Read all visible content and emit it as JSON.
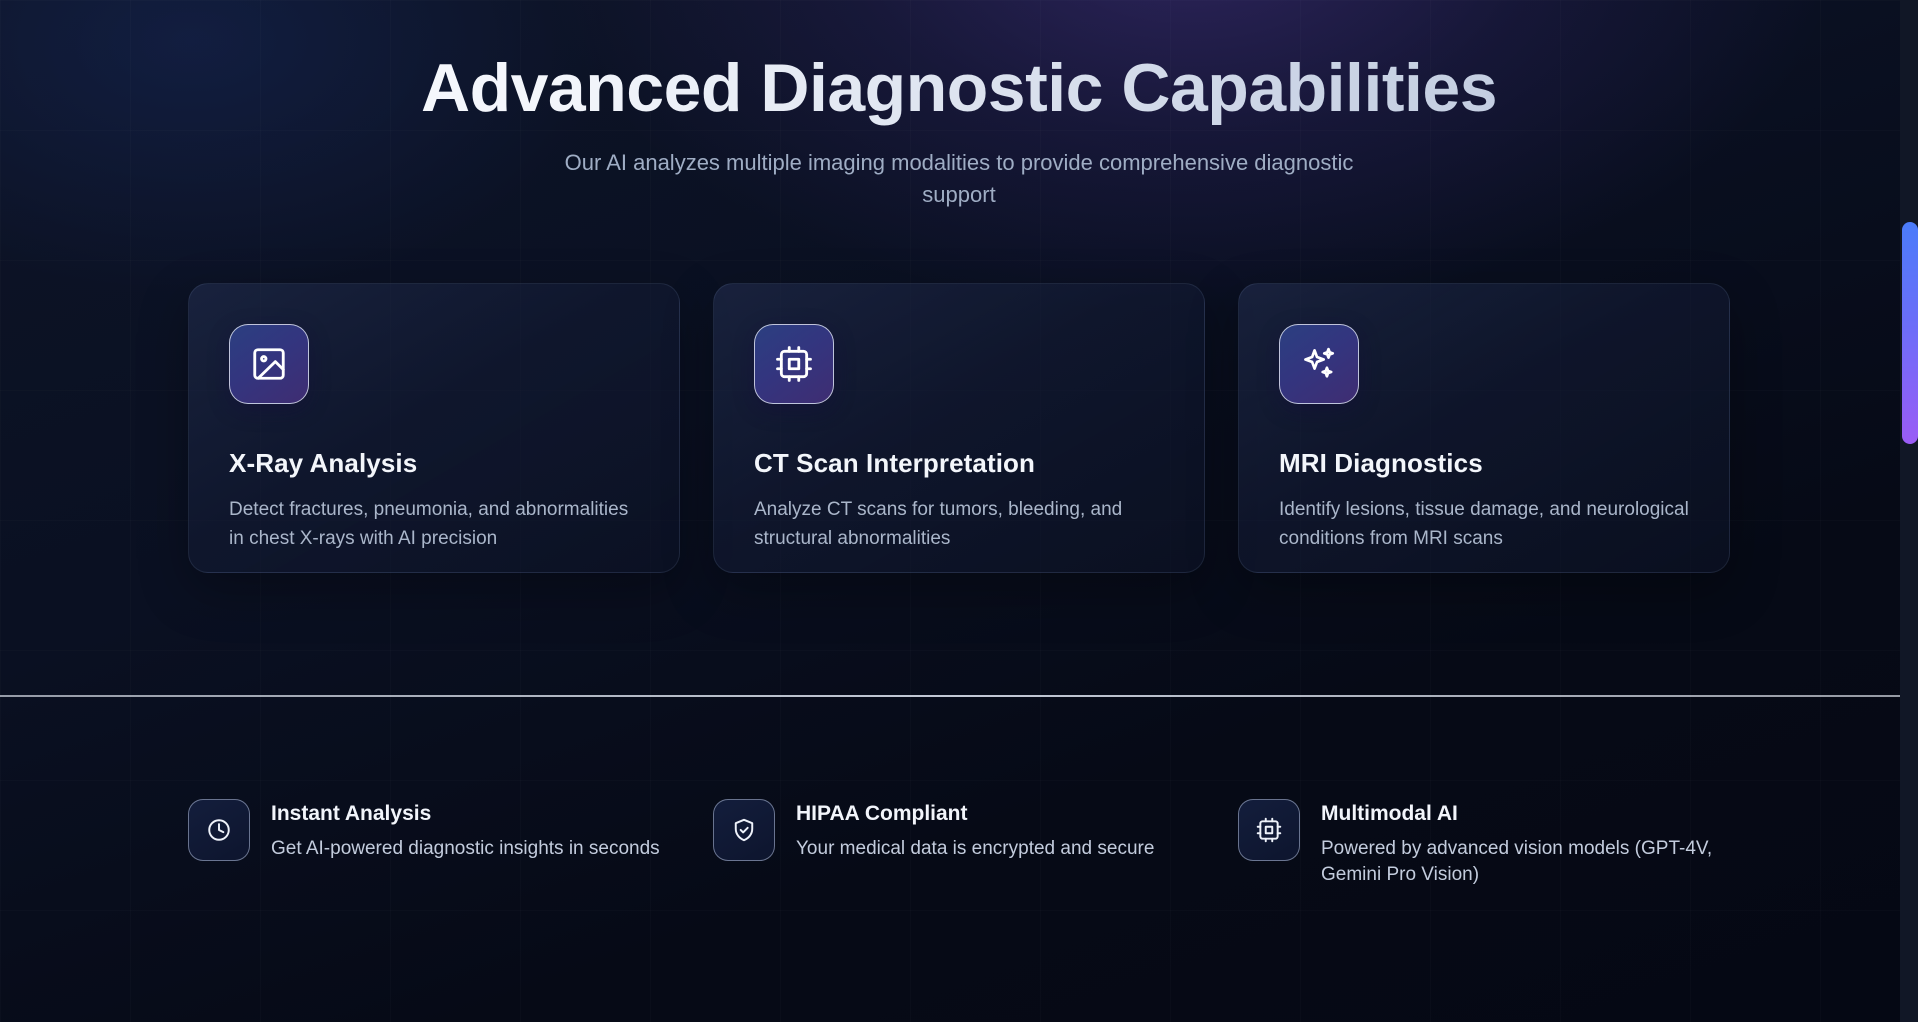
{
  "hero": {
    "title": "Advanced Diagnostic Capabilities",
    "subtitle": "Our AI analyzes multiple imaging modalities to provide comprehensive diagnostic support"
  },
  "cards": [
    {
      "icon": "image-icon",
      "title": "X-Ray Analysis",
      "description": "Detect fractures, pneumonia, and abnormalities in chest X-rays with AI precision"
    },
    {
      "icon": "cpu-icon",
      "title": "CT Scan Interpretation",
      "description": "Analyze CT scans for tumors, bleeding, and structural abnormalities"
    },
    {
      "icon": "sparkles-icon",
      "title": "MRI Diagnostics",
      "description": "Identify lesions, tissue damage, and neurological conditions from MRI scans"
    }
  ],
  "features": [
    {
      "icon": "clock-icon",
      "title": "Instant Analysis",
      "description": "Get AI-powered diagnostic insights in seconds"
    },
    {
      "icon": "shield-check-icon",
      "title": "HIPAA Compliant",
      "description": "Your medical data is encrypted and secure"
    },
    {
      "icon": "cpu-icon",
      "title": "Multimodal AI",
      "description": "Powered by advanced vision models (GPT-4V, Gemini Pro Vision)"
    }
  ],
  "colors": {
    "page_background": "#070c1a",
    "card_border": "#2a3450",
    "title_gradient_start": "#ffffff",
    "title_gradient_end": "#b6c2d9",
    "icon_gradient_start": "#2b3f80",
    "icon_gradient_end": "#3f2d72",
    "scrollbar_thumb_start": "#4b7cfa",
    "scrollbar_thumb_end": "#9b5cf6",
    "divider": "#e4ebf8"
  }
}
